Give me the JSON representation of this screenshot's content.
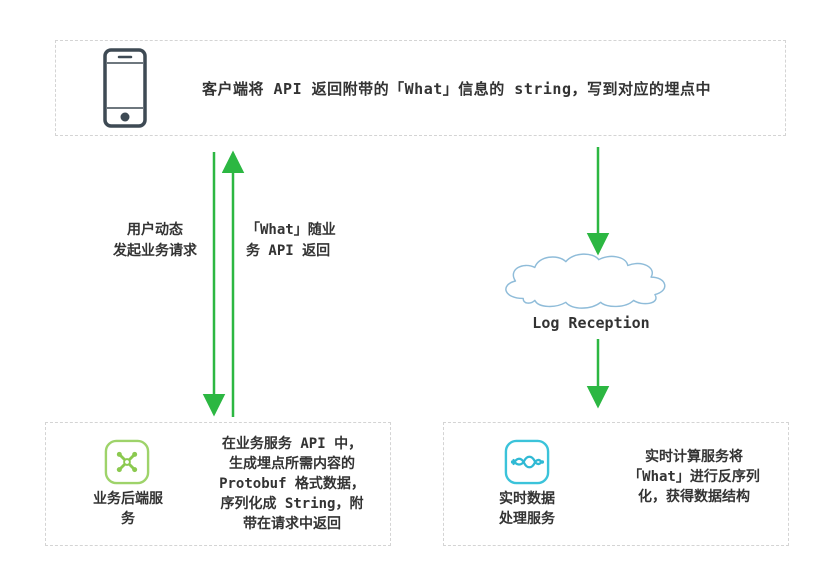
{
  "diagram": {
    "top_box": {
      "text": "客户端将 API 返回附带的「What」信息的 string，写到对应的埋点中"
    },
    "left_flow": {
      "request_label": "用户动态\n发起业务请求",
      "response_label": "「What」随业\n务 API 返回"
    },
    "right_flow": {
      "cloud_label": "Log Reception"
    },
    "backend_box": {
      "service_label": "业务后端服\n务",
      "description": "在业务服务 API 中，\n生成埋点所需内容的\nProtobuf 格式数据，\n序列化成 String，附\n带在请求中返回"
    },
    "realtime_box": {
      "service_label": "实时数据\n处理服务",
      "description": "实时计算服务将\n「What」进行反序列\n化，获得数据结构"
    },
    "colors": {
      "arrow_green": "#2cb742",
      "cloud_blue": "#8fbcd9",
      "backend_icon_green": "#9ed36a",
      "realtime_icon_cyan": "#3bc3da",
      "box_border_gray": "#d4d4d4",
      "phone_dark": "#3e4a54",
      "text_dark": "#333333"
    }
  }
}
